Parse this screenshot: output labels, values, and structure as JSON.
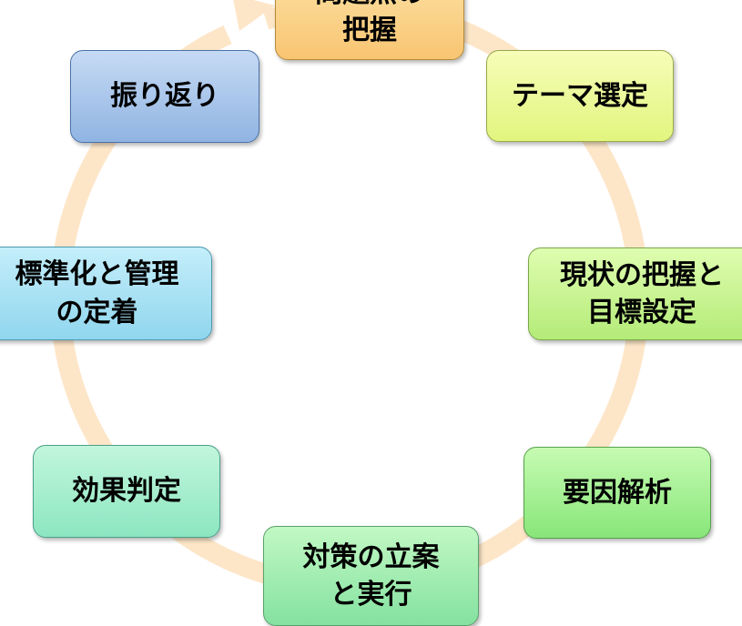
{
  "diagram": {
    "ring_color": "#fde6c8",
    "steps": [
      {
        "label": "問題点の\n把握",
        "color_top": "#fde3a8",
        "color_bottom": "#f8c572"
      },
      {
        "label": "テーマ選定",
        "color_top": "#f6fdb8",
        "color_bottom": "#e2f57e"
      },
      {
        "label": "現状の把握と\n目標設定",
        "color_top": "#dffdb0",
        "color_bottom": "#b4eb78"
      },
      {
        "label": "要因解析",
        "color_top": "#c6fbb2",
        "color_bottom": "#88e67a"
      },
      {
        "label": "対策の立案\nと実行",
        "color_top": "#c2f8c4",
        "color_bottom": "#84e2a0"
      },
      {
        "label": "効果判定",
        "color_top": "#c2f6dc",
        "color_bottom": "#8ce6c0"
      },
      {
        "label": "標準化と管理\nの定着",
        "color_top": "#c4eefa",
        "color_bottom": "#90d6ee"
      },
      {
        "label": "振り返り",
        "color_top": "#c6daf4",
        "color_bottom": "#90b4e2"
      }
    ]
  }
}
